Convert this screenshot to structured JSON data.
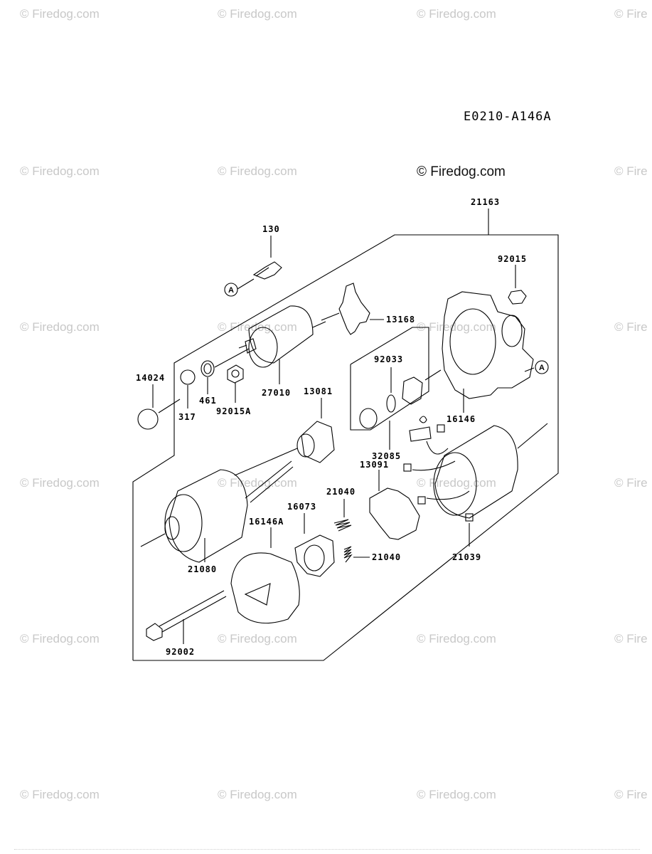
{
  "watermark": "© Firedog.com",
  "watermark_partial": "© Fire",
  "diagram_code": "E0210-A146A",
  "ref_marker": "A",
  "parts": {
    "p21163": "21163",
    "p130": "130",
    "p92015": "92015",
    "p13168": "13168",
    "p14024": "14024",
    "p461": "461",
    "p317": "317",
    "p92015A": "92015A",
    "p27010": "27010",
    "p13081": "13081",
    "p92033": "92033",
    "p16146": "16146",
    "p32085": "32085",
    "p13091": "13091",
    "p21040a": "21040",
    "p16073": "16073",
    "p16146A": "16146A",
    "p21040b": "21040",
    "p21080": "21080",
    "p21039": "21039",
    "p92002": "92002"
  }
}
